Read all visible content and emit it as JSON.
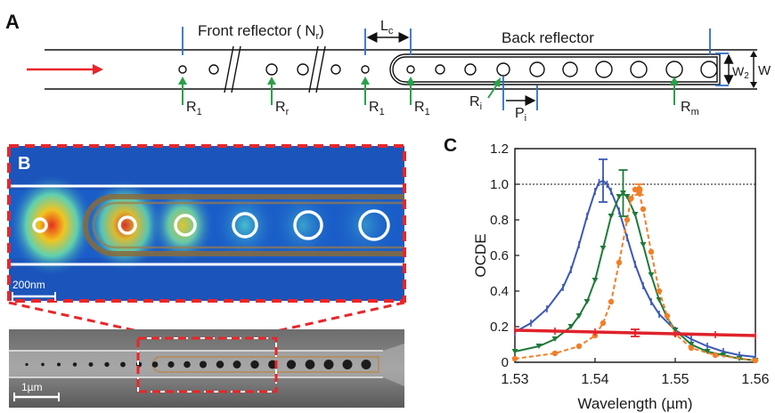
{
  "panel_a": {
    "label": "A",
    "front_reflector": "Front reflector (",
    "front_reflector_n": "N",
    "front_reflector_n_sub": "r",
    "front_reflector_close": ")",
    "back_reflector": "Back reflector",
    "lc": "L",
    "lc_sub": "c",
    "w": "W",
    "w2": "W",
    "w2_sub": "2",
    "radius_labels": [
      {
        "main": "R",
        "sub": "1"
      },
      {
        "main": "R",
        "sub": "r"
      },
      {
        "main": "R",
        "sub": "1"
      },
      {
        "main": "R",
        "sub": "1"
      },
      {
        "main": "R",
        "sub": "i"
      },
      {
        "main": "R",
        "sub": "m"
      }
    ],
    "pi": "P",
    "pi_sub": "i"
  },
  "panel_b": {
    "label": "B",
    "scale_top": "200nm",
    "scale_bottom": "1µm"
  },
  "colors": {
    "arrow_red": "#e8262a",
    "marker_blue": "#2f6fc8",
    "marker_green": "#2aa14a",
    "dash_red": "#e8262a",
    "series_blue": "#3a58b5",
    "series_green": "#1f7a3a",
    "series_orange": "#f07f2a",
    "series_red": "#e0222b"
  },
  "chart_data": {
    "type": "line",
    "panel_label": "C",
    "xlabel": "Wavelength (µm)",
    "ylabel": "OCDE",
    "xlim": [
      1.53,
      1.56
    ],
    "ylim": [
      0,
      1.2
    ],
    "xticks": [
      "1.53",
      "1.54",
      "1.55",
      "1.56"
    ],
    "yticks": [
      "0",
      "0.2",
      "0.4",
      "0.6",
      "0.8",
      "1.0",
      "1.2"
    ],
    "reference_line": 1.0,
    "series": [
      {
        "color": "#3a58b5",
        "style": "solid",
        "marker": "bar",
        "x": [
          1.53,
          1.532,
          1.534,
          1.536,
          1.537,
          1.538,
          1.539,
          1.54,
          1.5405,
          1.541,
          1.5415,
          1.542,
          1.543,
          1.544,
          1.545,
          1.546,
          1.547,
          1.548,
          1.55,
          1.552,
          1.554,
          1.556,
          1.558,
          1.56
        ],
        "y": [
          0.17,
          0.22,
          0.3,
          0.42,
          0.52,
          0.66,
          0.82,
          0.96,
          1.01,
          1.02,
          1.0,
          0.96,
          0.85,
          0.7,
          0.55,
          0.43,
          0.34,
          0.27,
          0.18,
          0.13,
          0.09,
          0.06,
          0.04,
          0.03
        ]
      },
      {
        "color": "#1f7a3a",
        "style": "solid",
        "marker": "triangle",
        "x": [
          1.53,
          1.533,
          1.535,
          1.537,
          1.538,
          1.539,
          1.54,
          1.541,
          1.542,
          1.543,
          1.5435,
          1.544,
          1.545,
          1.546,
          1.547,
          1.548,
          1.549,
          1.55,
          1.552,
          1.554,
          1.556,
          1.558,
          1.56
        ],
        "y": [
          0.06,
          0.09,
          0.13,
          0.2,
          0.26,
          0.34,
          0.46,
          0.64,
          0.82,
          0.93,
          0.95,
          0.93,
          0.83,
          0.66,
          0.49,
          0.35,
          0.25,
          0.18,
          0.1,
          0.06,
          0.04,
          0.02,
          0.01
        ]
      },
      {
        "color": "#f07f2a",
        "style": "dashed",
        "marker": "circle",
        "x": [
          1.53,
          1.535,
          1.538,
          1.54,
          1.541,
          1.542,
          1.543,
          1.544,
          1.5445,
          1.545,
          1.5455,
          1.546,
          1.547,
          1.548,
          1.549,
          1.55,
          1.552,
          1.555,
          1.56
        ],
        "y": [
          0.02,
          0.05,
          0.09,
          0.15,
          0.22,
          0.34,
          0.56,
          0.8,
          0.92,
          0.97,
          0.95,
          0.86,
          0.62,
          0.4,
          0.26,
          0.16,
          0.08,
          0.04,
          0.01
        ]
      },
      {
        "color": "#e0222b",
        "style": "solid",
        "marker": "bar",
        "x": [
          1.53,
          1.535,
          1.54,
          1.545,
          1.55,
          1.555,
          1.56
        ],
        "y": [
          0.18,
          0.175,
          0.17,
          0.165,
          0.16,
          0.155,
          0.15
        ]
      }
    ],
    "error_bars": [
      {
        "series": 0,
        "x": 1.541,
        "y": 1.02,
        "err": 0.12
      },
      {
        "series": 1,
        "x": 1.5435,
        "y": 0.95,
        "err": 0.13
      },
      {
        "series": 2,
        "x": 1.5455,
        "y": 0.97,
        "err": 0.03
      },
      {
        "series": 3,
        "x": 1.545,
        "y": 0.165,
        "err": 0.02
      }
    ]
  }
}
